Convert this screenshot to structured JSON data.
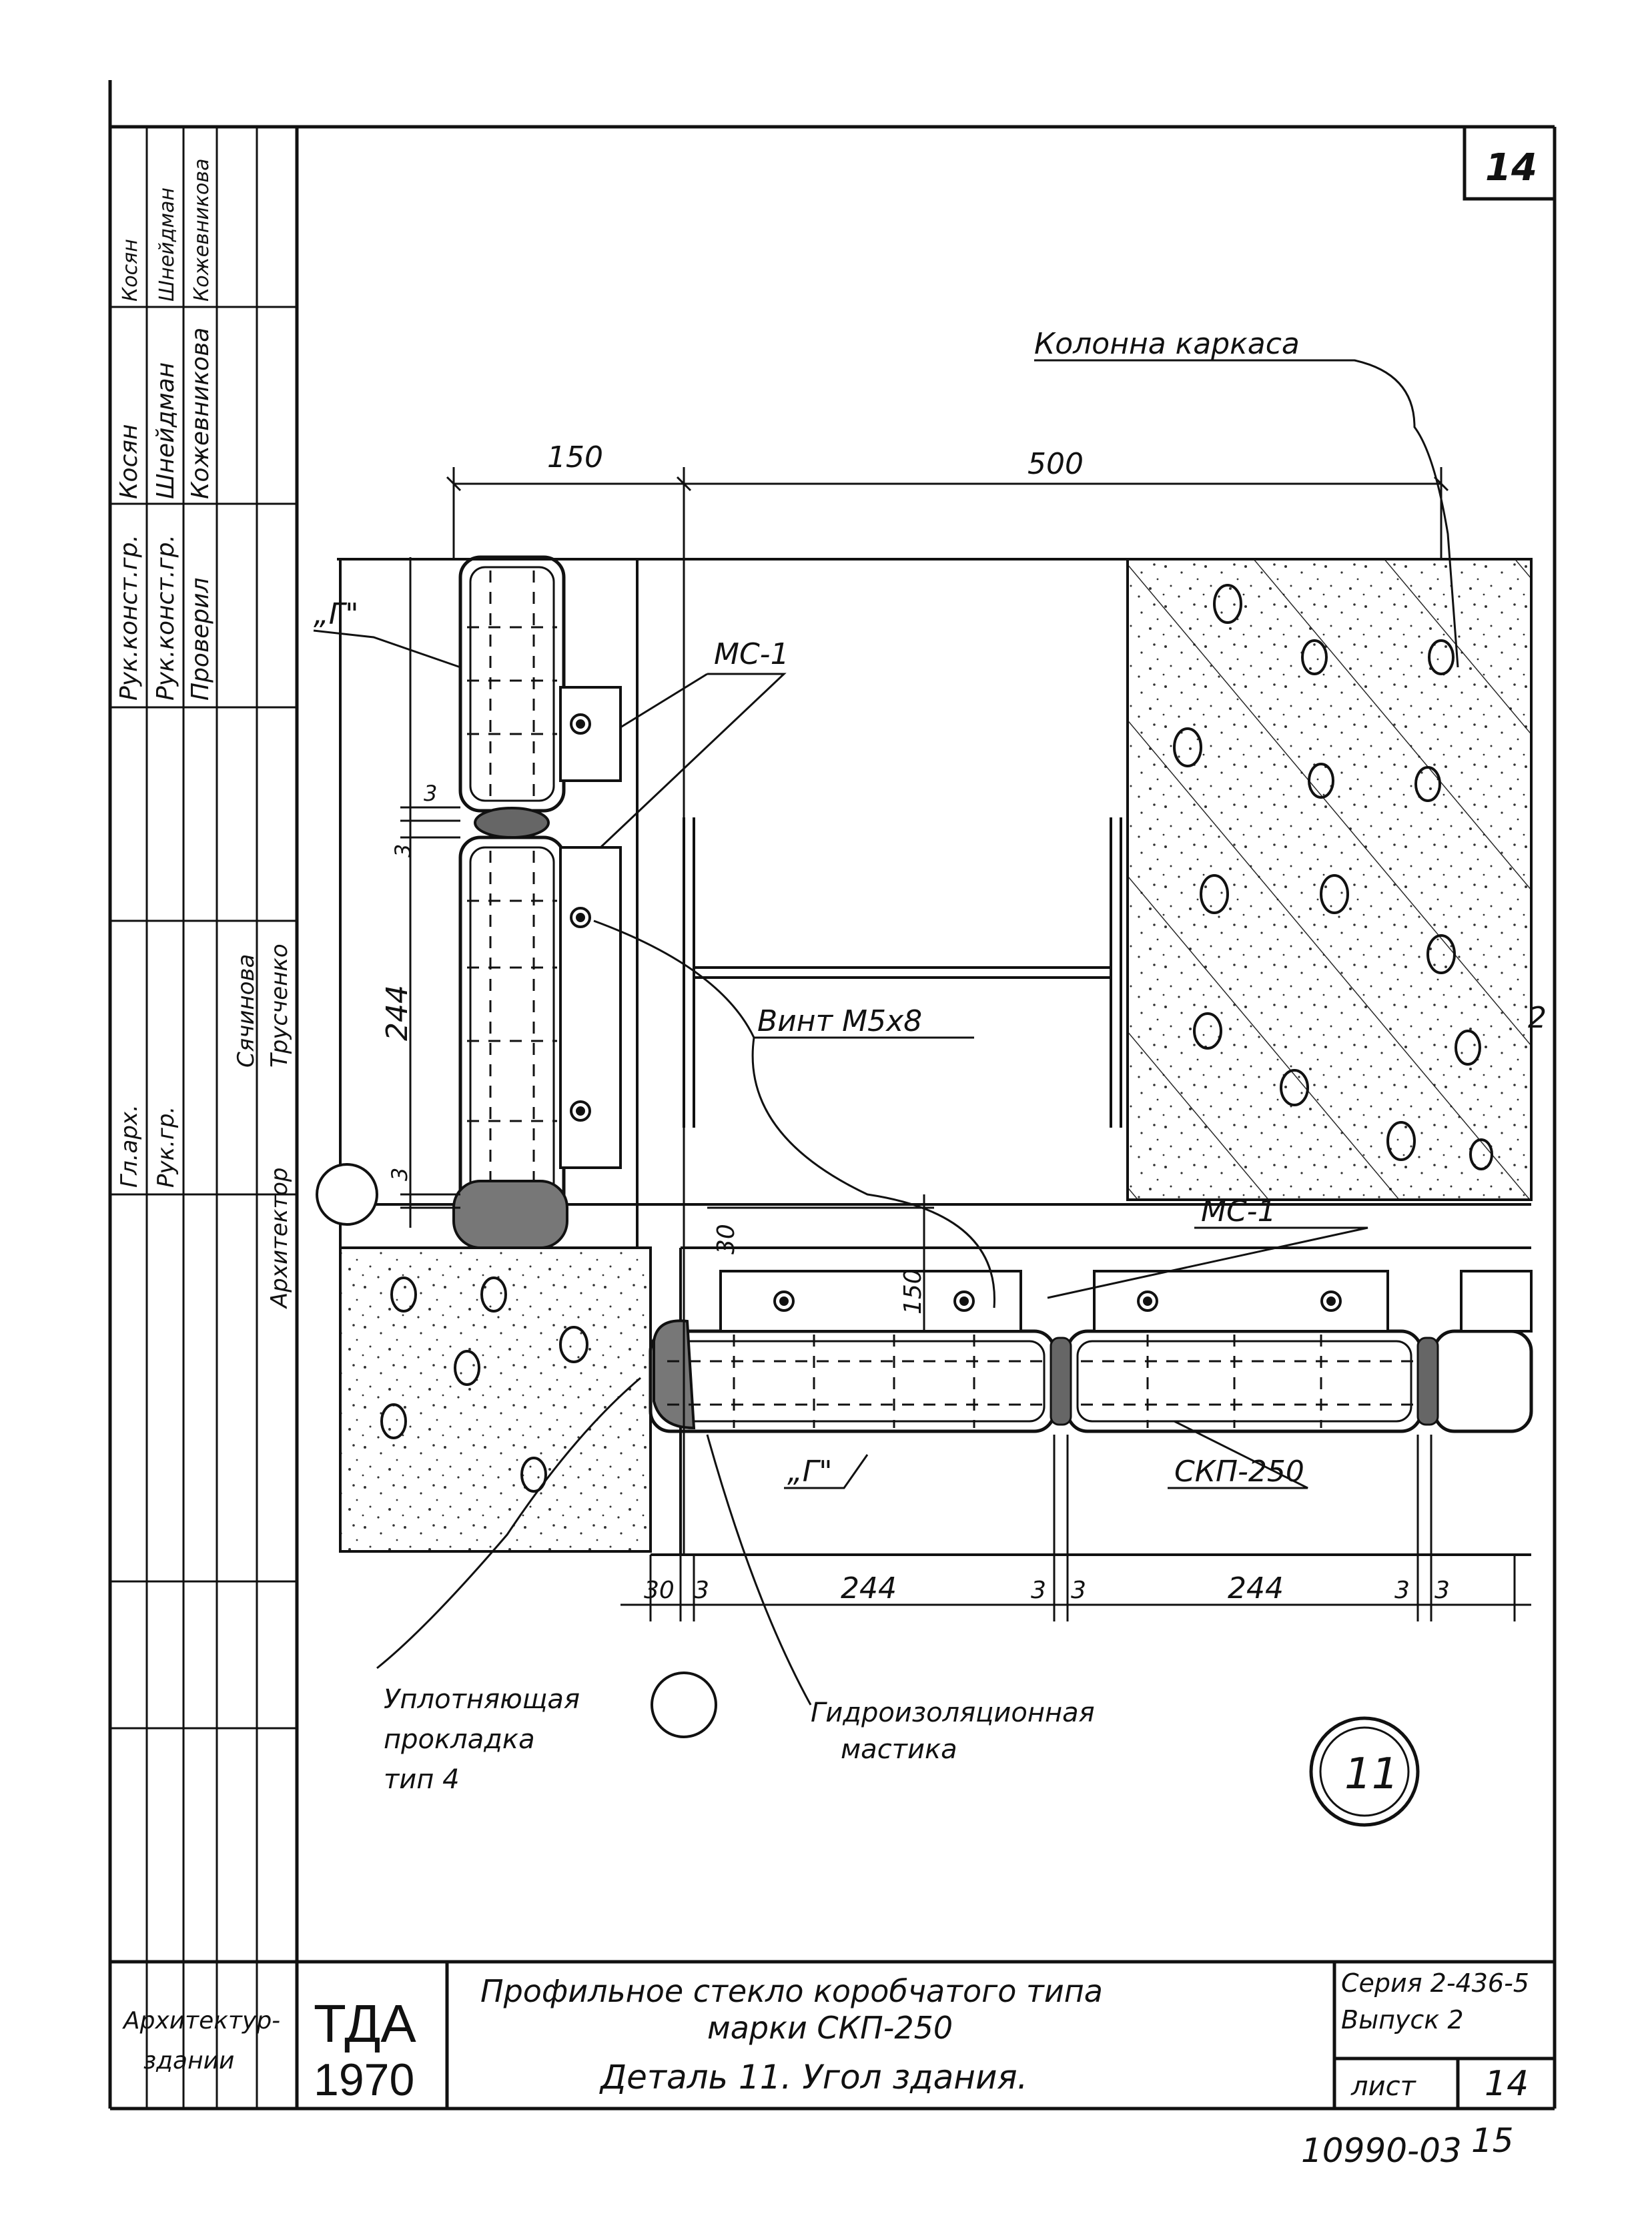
{
  "sheet_number_top": "14",
  "dimensions": {
    "top_left": "150",
    "top_right": "500",
    "gap_top": "3",
    "gap_mid": "3",
    "panel_vertical": "244",
    "gap_bottom": "3",
    "vertical_30": "30",
    "vertical_150": "150",
    "bottom_30": "30",
    "bottom_3a": "3",
    "bottom_244a": "244",
    "bottom_3b": "3",
    "bottom_3c": "3",
    "bottom_244b": "244",
    "bottom_3d": "3",
    "bottom_3e": "3"
  },
  "labels": {
    "column": "Колонна каркаса",
    "mc1_top": "МС-1",
    "mc1_bottom": "МС-1",
    "screw": "Винт М5х8",
    "g_top": "„Г\"",
    "g_bottom": "„Г\"",
    "skp": "СКП-250",
    "seal_l1": "Уплотняющая",
    "seal_l2": "прокладка",
    "seal_l3": "тип 4",
    "mastic_l1": "Гидроизоляционная",
    "mastic_l2": "мастика",
    "detail_number": "11",
    "side_number": "2"
  },
  "sidebar_top": {
    "roles": [
      "Рук.конст.гр.",
      "Рук.конст.гр.",
      "Проверил"
    ],
    "names": [
      "Косян",
      "Шнейдман",
      "Кожевникова"
    ],
    "signatures": [
      "Косян",
      "Шнейдман",
      "Кожевникова"
    ]
  },
  "sidebar_mid": {
    "roles": [
      "Гл.арх.",
      "Рук.гр.",
      "Архитектор"
    ],
    "names": [
      "",
      "Сячинова",
      "Трусченко"
    ]
  },
  "title_block": {
    "org": "ТДА",
    "year": "1970",
    "section_l1": "Архитектур-",
    "section_l2": "здании",
    "title_l1": "Профильное стекло коробчатого типа",
    "title_l2": "марки  СКП-250",
    "title_l3": "Деталь 11.  Угол здания.",
    "series_label": "Серия 2-436-5",
    "issue_label": "Выпуск  2",
    "sheet_label": "лист",
    "sheet_value": "14"
  },
  "doc_number": "10990-03",
  "doc_page": "15"
}
